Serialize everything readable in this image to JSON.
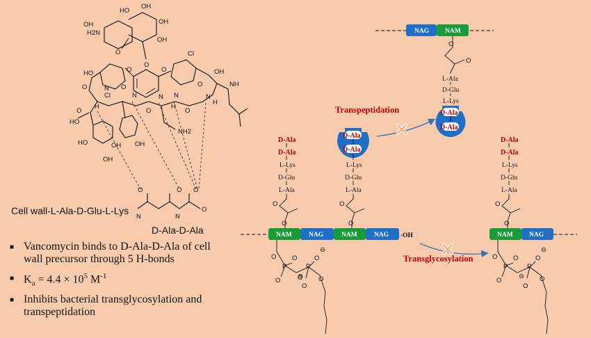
{
  "labels": {
    "cell_wall_chain": "Cell wall-L-Ala-D-Glu-L-Lys",
    "dala_dala": "D-Ala-D-Ala",
    "transpeptidation": "Transpeptidation",
    "transglycosylation": "Transglycosylation",
    "oh_end": "-OH"
  },
  "boxes": {
    "nag": "NAG",
    "nam": "NAM"
  },
  "peptide": {
    "d_ala": "D-Ala",
    "l_lys": "L-Lys",
    "d_glu": "D-Glu",
    "l_ala": "L-Ala"
  },
  "bullets": {
    "b1": "Vancomycin binds to D-Ala-D-Ala of cell wall precursor through 5 H-bonds",
    "b2_k": "K",
    "b2_sub": "a",
    "b2_eq": " = 4.4 × 10",
    "b2_sup": "5",
    "b2_unit": " M",
    "b2_unit_sup": "-1",
    "b3": "Inhibits bacterial transglycosylation and transpeptidation"
  },
  "atoms": {
    "oh": "OH",
    "ho": "HO",
    "h2n": "H2N",
    "nh2": "NH2",
    "o": "O",
    "n": "N",
    "h": "H",
    "nh": "NH",
    "cl": "Cl",
    "minus": "⊖",
    "p": "P",
    "o_minus": "O"
  },
  "colors": {
    "nag_box": "#1f6fc6",
    "nam_box": "#1a9b3a",
    "enzyme": "#1f6fc6",
    "accent_red": "#c00000"
  }
}
